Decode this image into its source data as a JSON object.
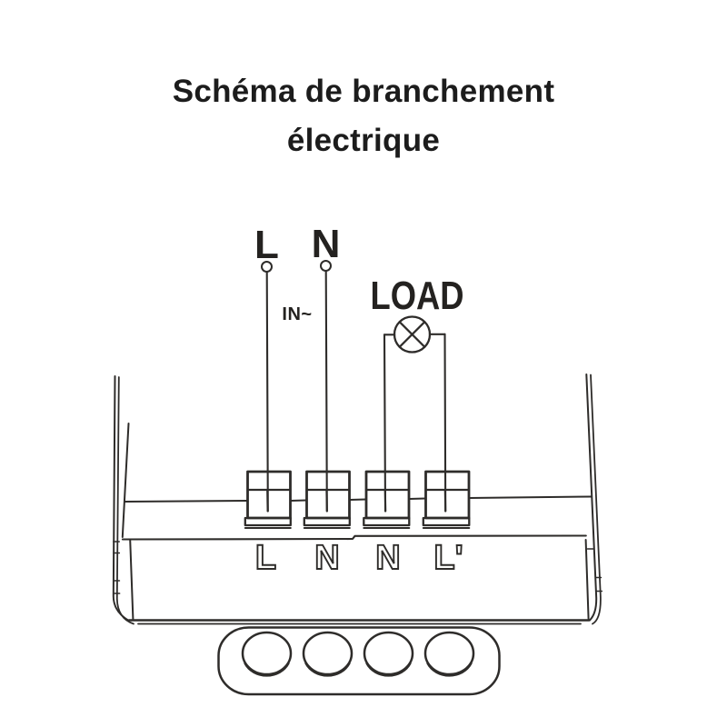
{
  "title": {
    "line1": "Schéma de branchement",
    "line2": "électrique"
  },
  "diagram": {
    "labels": {
      "live_in": "L",
      "neutral_in": "N",
      "input_ac": "IN~",
      "load": "LOAD"
    },
    "terminals": [
      "L",
      "N",
      "N",
      "L'"
    ],
    "colors": {
      "line": "#2e2c2a",
      "text": "#1c1c1c",
      "paper": "#ffffff"
    }
  }
}
